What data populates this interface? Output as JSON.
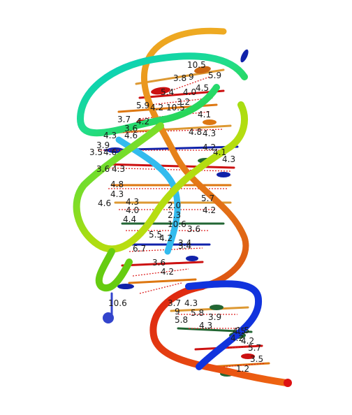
{
  "scene": {
    "background": "#ffffff",
    "backbone_gradient": [
      "#2222dd",
      "#22bbee",
      "#22dd88",
      "#33cc11",
      "#dddd11",
      "#ee8811",
      "#dd2211"
    ],
    "hbond_color": "#dd2222",
    "base_colors": [
      "#cc1111",
      "#dd7711",
      "#1122aa",
      "#226633",
      "#dd9933"
    ]
  },
  "labels": [
    "10.5",
    "3.8",
    "9",
    "5.9",
    "4.5",
    "5.4",
    "4.0",
    "3.2",
    "5.9",
    "4.2",
    "10.5",
    "3.7",
    "4.2",
    "3.6",
    "4.3",
    "4.6",
    "3.5",
    "4.6",
    "3.9",
    "3.6",
    "4.3",
    "4.8",
    "4.3",
    "4.6",
    "4.3",
    "4.0",
    "4.4",
    "2.3",
    "10.6",
    "3.6",
    "3.4",
    "3.7",
    "4.3",
    "10.6",
    "9",
    "5.8",
    "5.8",
    "4.3",
    "3.9",
    "4.5",
    "4.2",
    "1.5",
    "4.2",
    "5.7",
    "1.2",
    "3.5",
    "4.3",
    "4.1",
    "4.8",
    "4.3",
    "4.2",
    "4.1",
    "5.7",
    "4.2",
    "6.7",
    "5.5",
    "4.2",
    "3.6",
    "4.2",
    "2.0",
    "3.4"
  ]
}
